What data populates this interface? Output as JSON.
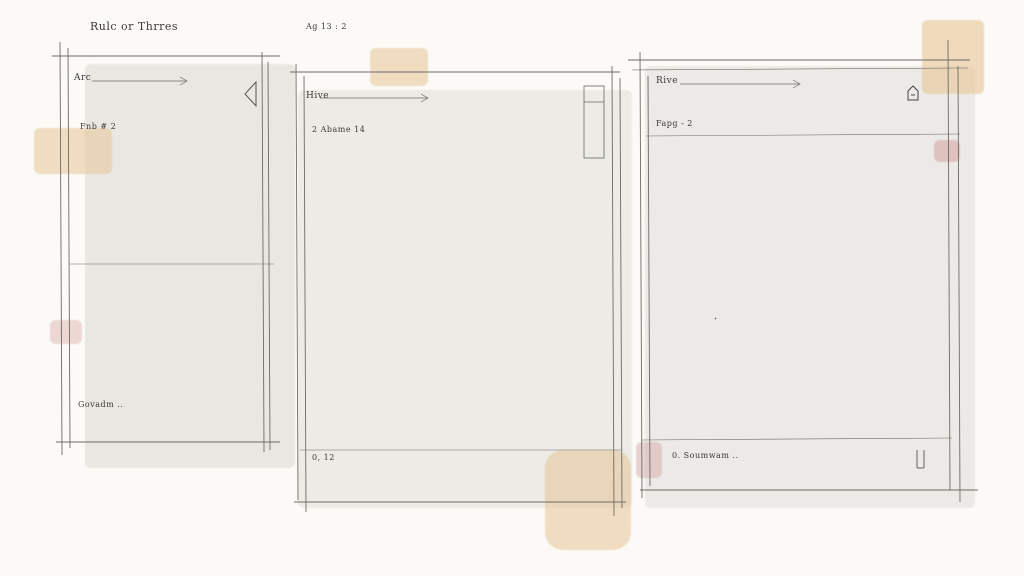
{
  "page": {
    "title": "Rulc or Thrres",
    "date_note": "Ag 13 : 2"
  },
  "panels": [
    {
      "label": "Arc",
      "sub": "Fnb # 2",
      "footer": "Govadm ..",
      "icon": "triangle-flag-icon"
    },
    {
      "label": "Hive",
      "sub": "2 Abame 14",
      "footer": "0, 12",
      "icon": "vertical-scrollbar-icon"
    },
    {
      "label": "Rive",
      "sub": "Fapg - 2",
      "footer": "0. Soumwam ..",
      "icon": "home-icon",
      "side_icon": "vertical-bar-icon"
    }
  ],
  "colors": {
    "line": "#6e6b66",
    "shadow": "#e3e1dc",
    "tape": "#e9c9a2",
    "pink": "#e6bfbd"
  }
}
